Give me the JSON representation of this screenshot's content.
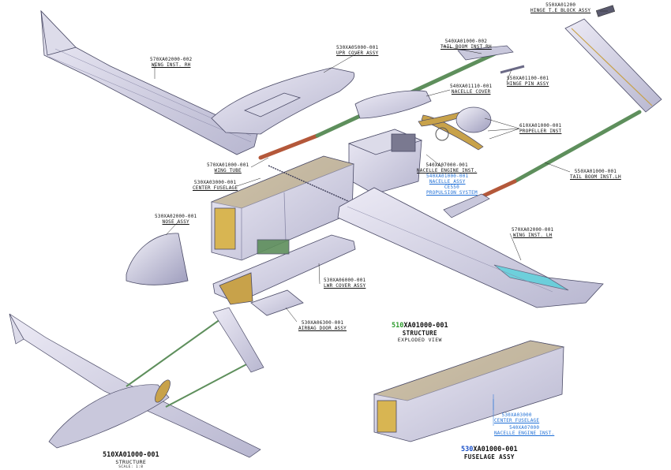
{
  "labels": {
    "hinge_block": {
      "code": "550XA01200",
      "name": "HINGE T.E BLOCK ASSY"
    },
    "wing_rh": {
      "code": "570XA02000-002",
      "name": "WING INST. RH"
    },
    "upr_cover": {
      "code": "530XA05000-001",
      "name": "UPR COVER ASSY"
    },
    "tail_boom_rh": {
      "code": "540XA01000-002",
      "name": "TAIL BOOM INST.RH"
    },
    "hinge_pin": {
      "code": "550XA01100-001",
      "name": "HINGE PIN ASSY"
    },
    "nacelle_cover": {
      "code": "540XA01110-001",
      "name": "NACELLE COVER"
    },
    "propeller": {
      "code": "610XA01000-001",
      "name": "PROPELLER INST"
    },
    "wing_tube": {
      "code": "570XA01000-001",
      "name": "WING TUBE"
    },
    "center_fuselage": {
      "code": "530XA03000-001",
      "name": "CENTER FUSELAGE"
    },
    "nacelle_engine": {
      "code": "540XA07000-001",
      "name": "NACELLE ENGINE INST."
    },
    "nacelle_assy_blue": {
      "code": "540XA01000-001",
      "name": "NACELLE ASSY"
    },
    "propulsion_blue": {
      "code": "CE550",
      "name": "PROPULSION SYSTEM"
    },
    "tail_boom_lh": {
      "code": "550XA01000-001",
      "name": "TAIL BOOM INST.LH"
    },
    "nose": {
      "code": "530XA02000-001",
      "name": "NOSE ASSY"
    },
    "wing_lh": {
      "code": "570XA02000-001",
      "name": "WING INST. LH"
    },
    "lwr_cover": {
      "code": "530XA06000-001",
      "name": "LWR COVER ASSY"
    },
    "airbag_door": {
      "code": "530XA06300-001",
      "name": "AIRBAG DOOR ASSY"
    },
    "fus_center_blue": {
      "code": "530XA03000",
      "name": "CENTER FUSELAGE"
    },
    "fus_engine_blue": {
      "code": "540XA07000",
      "name": "NACELLE ENGINE INST."
    }
  },
  "titles": {
    "exploded": {
      "code_prefix": "510",
      "code_rest": "XA01000-001",
      "name": "STRUCTURE",
      "sub": "EXPLODED VIEW"
    },
    "structure": {
      "code": "510XA01000-001",
      "name": "STRUCTURE",
      "scale": "SCALE: 1:8"
    },
    "fuselage": {
      "code_prefix": "530",
      "code_rest": "XA01000-001",
      "name": "FUSELAGE ASSY"
    }
  },
  "colors": {
    "skin": "#c9c8dc",
    "skin_dark": "#8f8fb0",
    "skin_light": "#e4e3ef",
    "outline": "#4a4a66",
    "tan": "#c8a24a",
    "boom_green": "#5e8f5c",
    "boom_red": "#b4583a",
    "cyan": "#4fd3dc",
    "leader_blue": "#1f6fd6"
  }
}
